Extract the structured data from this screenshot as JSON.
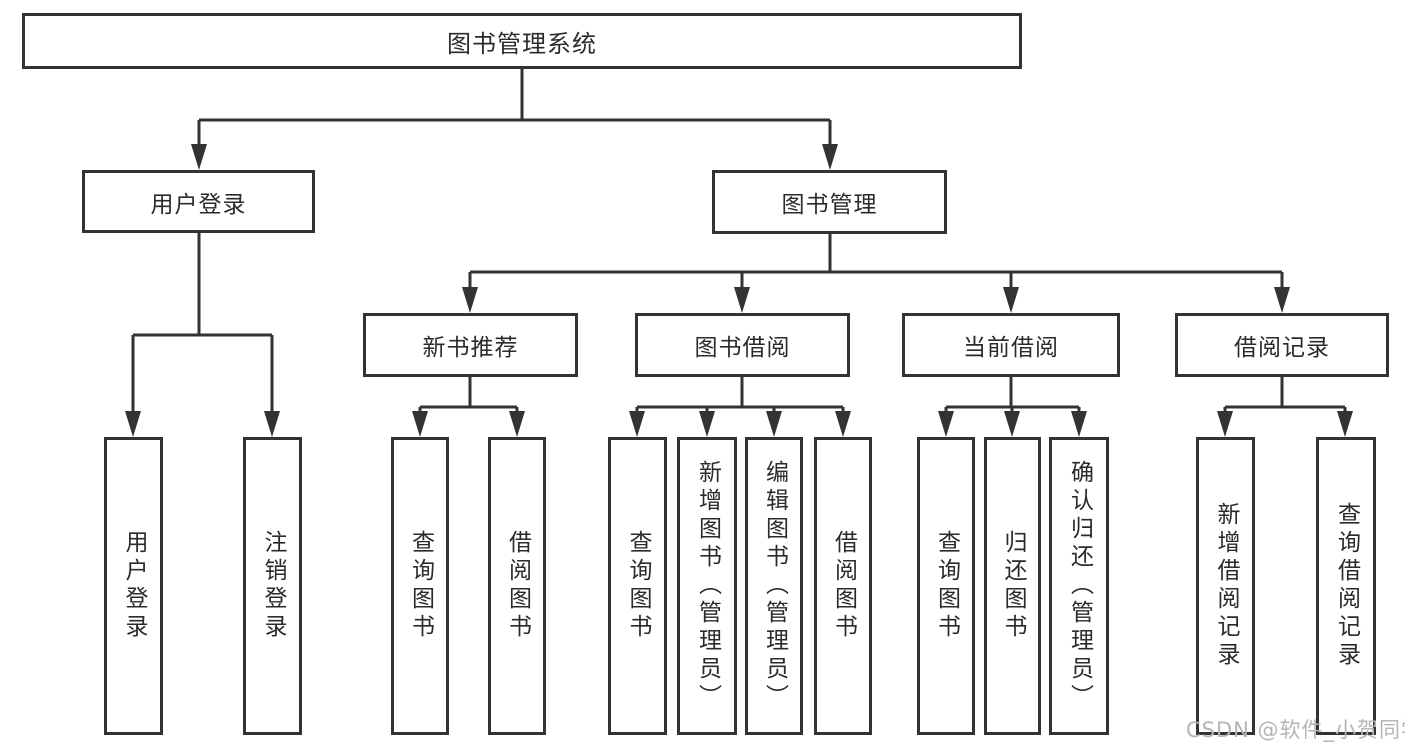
{
  "colors": {
    "background": "#ffffff",
    "line": "#333333",
    "box_border": "#333333",
    "text": "#2b2b2b",
    "watermark": "#b5b5b5"
  },
  "watermark": {
    "text": "CSDN @软件_小贺同学"
  },
  "tree": {
    "label": "图书管理系统",
    "children": [
      {
        "label": "用户登录",
        "children": [
          {
            "label": "用户登录"
          },
          {
            "label": "注销登录"
          }
        ]
      },
      {
        "label": "图书管理",
        "children": [
          {
            "label": "新书推荐",
            "children": [
              {
                "label": "查询图书"
              },
              {
                "label": "借阅图书"
              }
            ]
          },
          {
            "label": "图书借阅",
            "children": [
              {
                "label": "查询图书"
              },
              {
                "label": "新增图书（管理员）"
              },
              {
                "label": "编辑图书（管理员）"
              },
              {
                "label": "借阅图书"
              }
            ]
          },
          {
            "label": "当前借阅",
            "children": [
              {
                "label": "查询图书"
              },
              {
                "label": "归还图书"
              },
              {
                "label": "确认归还（管理员）"
              }
            ]
          },
          {
            "label": "借阅记录",
            "children": [
              {
                "label": "新增借阅记录"
              },
              {
                "label": "查询借阅记录"
              }
            ]
          }
        ]
      }
    ]
  }
}
